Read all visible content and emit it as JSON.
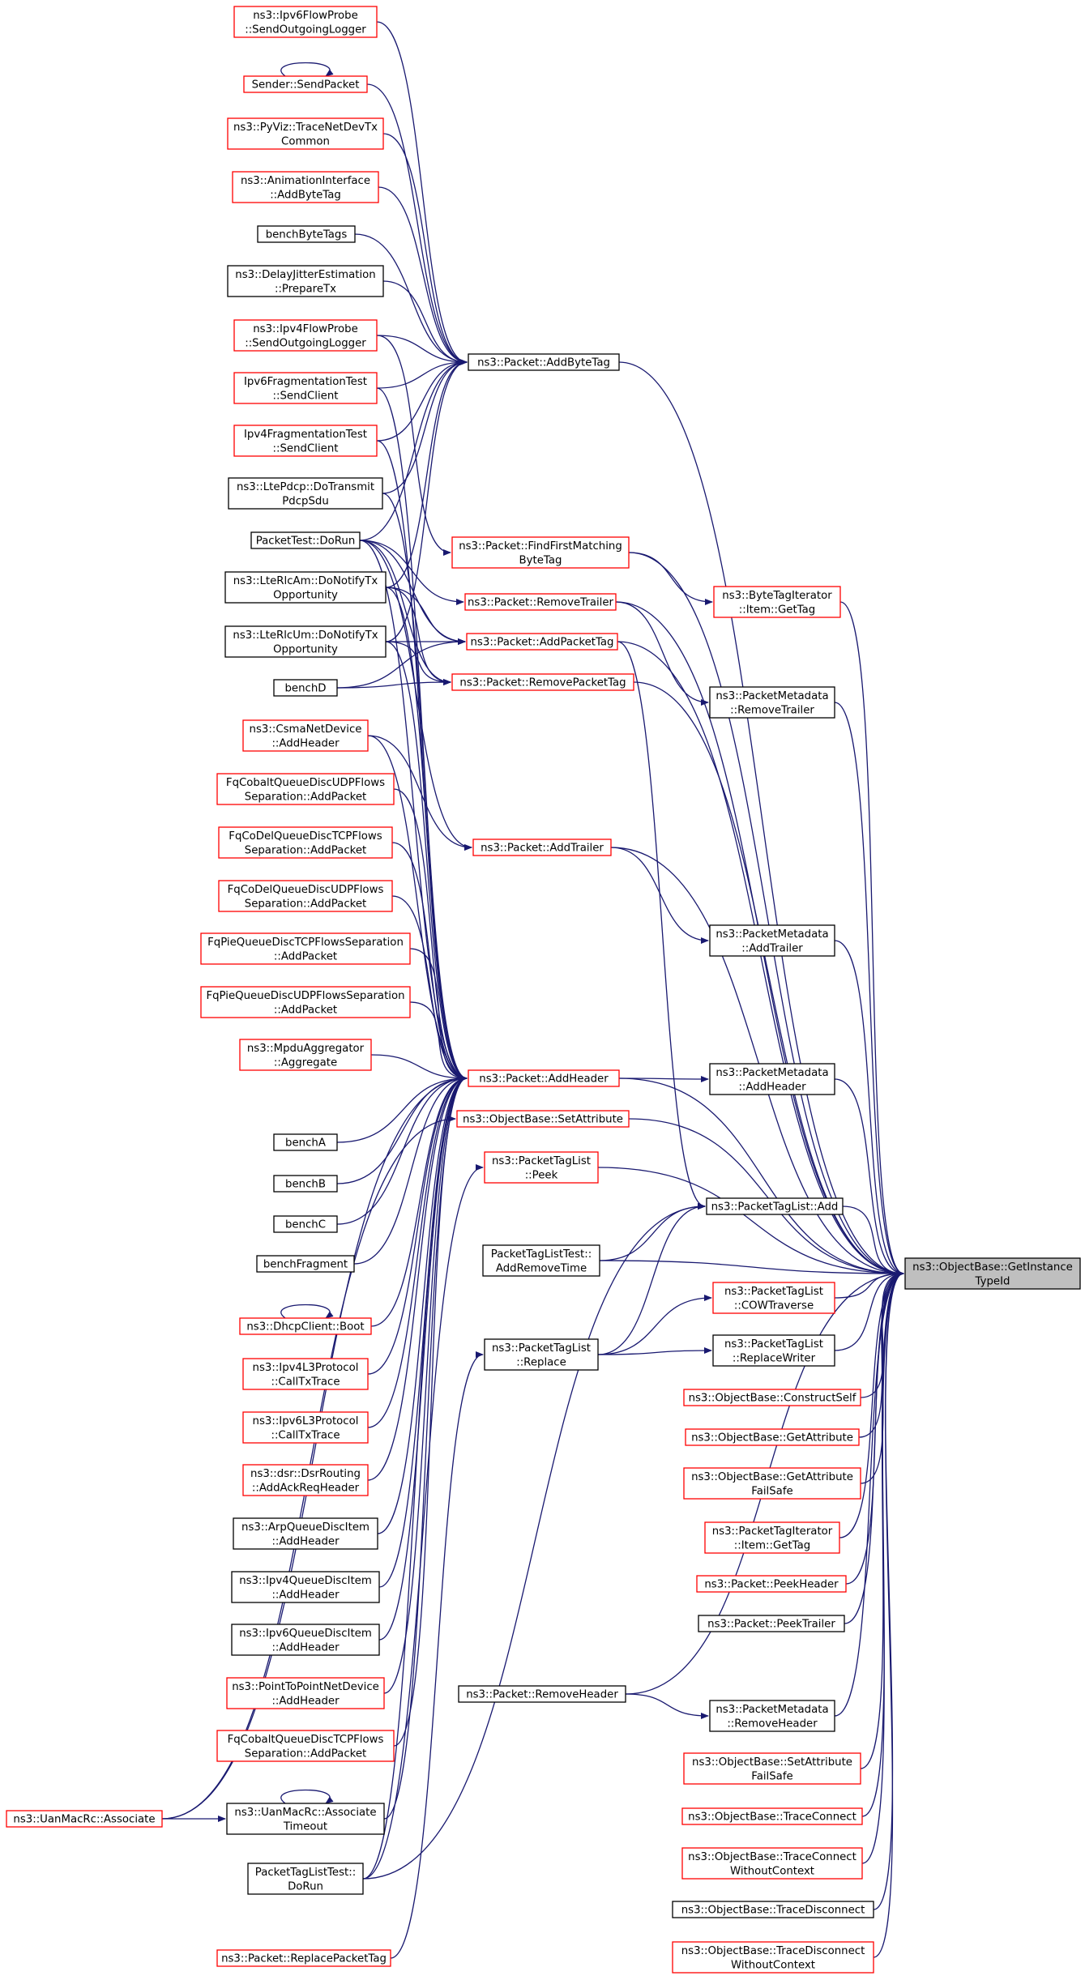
{
  "colors": {
    "edge": "#191970",
    "red_border": "#ff0000",
    "black_border": "#000000",
    "target_fill": "#bfbfbf"
  },
  "nodes": [
    {
      "id": "ipv6flowprobe",
      "lines": [
        "ns3::Ipv6FlowProbe",
        "::SendOutgoingLogger"
      ],
      "style": "red"
    },
    {
      "id": "sender",
      "lines": [
        "Sender::SendPacket"
      ],
      "style": "red"
    },
    {
      "id": "pyviz",
      "lines": [
        "ns3::PyViz::TraceNetDevTx",
        "Common"
      ],
      "style": "red"
    },
    {
      "id": "animation",
      "lines": [
        "ns3::AnimationInterface",
        "::AddByteTag"
      ],
      "style": "red"
    },
    {
      "id": "benchbytetags",
      "lines": [
        "benchByteTags"
      ],
      "style": "black"
    },
    {
      "id": "delayjitter",
      "lines": [
        "ns3::DelayJitterEstimation",
        "::PrepareTx"
      ],
      "style": "black"
    },
    {
      "id": "ipv4flowprobe",
      "lines": [
        "ns3::Ipv4FlowProbe",
        "::SendOutgoingLogger"
      ],
      "style": "red"
    },
    {
      "id": "ipv6frag",
      "lines": [
        "Ipv6FragmentationTest",
        "::SendClient"
      ],
      "style": "red"
    },
    {
      "id": "ipv4frag",
      "lines": [
        "Ipv4FragmentationTest",
        "::SendClient"
      ],
      "style": "red"
    },
    {
      "id": "ltepdcp",
      "lines": [
        "ns3::LtePdcp::DoTransmit",
        "PdcpSdu"
      ],
      "style": "black"
    },
    {
      "id": "packettest",
      "lines": [
        "PacketTest::DoRun"
      ],
      "style": "black"
    },
    {
      "id": "lterlcam",
      "lines": [
        "ns3::LteRlcAm::DoNotifyTx",
        "Opportunity"
      ],
      "style": "black"
    },
    {
      "id": "lterlcum",
      "lines": [
        "ns3::LteRlcUm::DoNotifyTx",
        "Opportunity"
      ],
      "style": "black"
    },
    {
      "id": "benchd",
      "lines": [
        "benchD"
      ],
      "style": "black"
    },
    {
      "id": "csma",
      "lines": [
        "ns3::CsmaNetDevice",
        "::AddHeader"
      ],
      "style": "red"
    },
    {
      "id": "fqcobaltudp",
      "lines": [
        "FqCobaltQueueDiscUDPFlows",
        "Separation::AddPacket"
      ],
      "style": "red"
    },
    {
      "id": "fqcodeltcp",
      "lines": [
        "FqCoDelQueueDiscTCPFlows",
        "Separation::AddPacket"
      ],
      "style": "red"
    },
    {
      "id": "fqcodeludp",
      "lines": [
        "FqCoDelQueueDiscUDPFlows",
        "Separation::AddPacket"
      ],
      "style": "red"
    },
    {
      "id": "fqpietcp",
      "lines": [
        "FqPieQueueDiscTCPFlowsSeparation",
        "::AddPacket"
      ],
      "style": "red"
    },
    {
      "id": "fqpieudp",
      "lines": [
        "FqPieQueueDiscUDPFlowsSeparation",
        "::AddPacket"
      ],
      "style": "red"
    },
    {
      "id": "mpdu",
      "lines": [
        "ns3::MpduAggregator",
        "::Aggregate"
      ],
      "style": "red"
    },
    {
      "id": "bencha",
      "lines": [
        "benchA"
      ],
      "style": "black"
    },
    {
      "id": "benchb",
      "lines": [
        "benchB"
      ],
      "style": "black"
    },
    {
      "id": "benchc",
      "lines": [
        "benchC"
      ],
      "style": "black"
    },
    {
      "id": "benchfragment",
      "lines": [
        "benchFragment"
      ],
      "style": "black"
    },
    {
      "id": "dhcpboot",
      "lines": [
        "ns3::DhcpClient::Boot"
      ],
      "style": "red"
    },
    {
      "id": "ipv4l3",
      "lines": [
        "ns3::Ipv4L3Protocol",
        "::CallTxTrace"
      ],
      "style": "red"
    },
    {
      "id": "ipv6l3",
      "lines": [
        "ns3::Ipv6L3Protocol",
        "::CallTxTrace"
      ],
      "style": "red"
    },
    {
      "id": "dsr",
      "lines": [
        "ns3::dsr::DsrRouting",
        "::AddAckReqHeader"
      ],
      "style": "red"
    },
    {
      "id": "arpqdi",
      "lines": [
        "ns3::ArpQueueDiscItem",
        "::AddHeader"
      ],
      "style": "black"
    },
    {
      "id": "ipv4qdi",
      "lines": [
        "ns3::Ipv4QueueDiscItem",
        "::AddHeader"
      ],
      "style": "black"
    },
    {
      "id": "ipv6qdi",
      "lines": [
        "ns3::Ipv6QueueDiscItem",
        "::AddHeader"
      ],
      "style": "black"
    },
    {
      "id": "p2p",
      "lines": [
        "ns3::PointToPointNetDevice",
        "::AddHeader"
      ],
      "style": "red"
    },
    {
      "id": "fqcobalttcp",
      "lines": [
        "FqCobaltQueueDiscTCPFlows",
        "Separation::AddPacket"
      ],
      "style": "red"
    },
    {
      "id": "uanassoc",
      "lines": [
        "ns3::UanMacRc::Associate"
      ],
      "style": "red"
    },
    {
      "id": "uanassoctimeout",
      "lines": [
        "ns3::UanMacRc::Associate",
        "Timeout"
      ],
      "style": "black"
    },
    {
      "id": "ptltestdorun",
      "lines": [
        "PacketTagListTest::",
        "DoRun"
      ],
      "style": "black"
    },
    {
      "id": "replacepackettag",
      "lines": [
        "ns3::Packet::ReplacePacketTag"
      ],
      "style": "red"
    },
    {
      "id": "addbytetag",
      "lines": [
        "ns3::Packet::AddByteTag"
      ],
      "style": "black"
    },
    {
      "id": "findfirst",
      "lines": [
        "ns3::Packet::FindFirstMatching",
        "ByteTag"
      ],
      "style": "red"
    },
    {
      "id": "removetrailer",
      "lines": [
        "ns3::Packet::RemoveTrailer"
      ],
      "style": "red"
    },
    {
      "id": "addpackettag",
      "lines": [
        "ns3::Packet::AddPacketTag"
      ],
      "style": "red"
    },
    {
      "id": "removepackettag",
      "lines": [
        "ns3::Packet::RemovePacketTag"
      ],
      "style": "red"
    },
    {
      "id": "addtrailer",
      "lines": [
        "ns3::Packet::AddTrailer"
      ],
      "style": "red"
    },
    {
      "id": "addheader",
      "lines": [
        "ns3::Packet::AddHeader"
      ],
      "style": "red"
    },
    {
      "id": "setattribute",
      "lines": [
        "ns3::ObjectBase::SetAttribute"
      ],
      "style": "red"
    },
    {
      "id": "ptlpeek",
      "lines": [
        "ns3::PacketTagList",
        "::Peek"
      ],
      "style": "red"
    },
    {
      "id": "ptltestaddremove",
      "lines": [
        "PacketTagListTest::",
        "AddRemoveTime"
      ],
      "style": "black"
    },
    {
      "id": "ptlreplace",
      "lines": [
        "ns3::PacketTagList",
        "::Replace"
      ],
      "style": "black"
    },
    {
      "id": "removeheader",
      "lines": [
        "ns3::Packet::RemoveHeader"
      ],
      "style": "black"
    },
    {
      "id": "btiitemgettag",
      "lines": [
        "ns3::ByteTagIterator",
        "::Item::GetTag"
      ],
      "style": "red"
    },
    {
      "id": "pmremovetrailer",
      "lines": [
        "ns3::PacketMetadata",
        "::RemoveTrailer"
      ],
      "style": "black"
    },
    {
      "id": "pmaddtrailer",
      "lines": [
        "ns3::PacketMetadata",
        "::AddTrailer"
      ],
      "style": "black"
    },
    {
      "id": "pmaddheader",
      "lines": [
        "ns3::PacketMetadata",
        "::AddHeader"
      ],
      "style": "black"
    },
    {
      "id": "ptladd",
      "lines": [
        "ns3::PacketTagList::Add"
      ],
      "style": "black"
    },
    {
      "id": "ptlcow",
      "lines": [
        "ns3::PacketTagList",
        "::COWTraverse"
      ],
      "style": "red"
    },
    {
      "id": "ptlreplacewriter",
      "lines": [
        "ns3::PacketTagList",
        "::ReplaceWriter"
      ],
      "style": "black"
    },
    {
      "id": "constructself",
      "lines": [
        "ns3::ObjectBase::ConstructSelf"
      ],
      "style": "red"
    },
    {
      "id": "getattribute",
      "lines": [
        "ns3::ObjectBase::GetAttribute"
      ],
      "style": "red"
    },
    {
      "id": "getattributefailsafe",
      "lines": [
        "ns3::ObjectBase::GetAttribute",
        "FailSafe"
      ],
      "style": "red"
    },
    {
      "id": "ptiitemgettag",
      "lines": [
        "ns3::PacketTagIterator",
        "::Item::GetTag"
      ],
      "style": "red"
    },
    {
      "id": "peekheader",
      "lines": [
        "ns3::Packet::PeekHeader"
      ],
      "style": "red"
    },
    {
      "id": "peektrailer",
      "lines": [
        "ns3::Packet::PeekTrailer"
      ],
      "style": "black"
    },
    {
      "id": "pmremoveheader",
      "lines": [
        "ns3::PacketMetadata",
        "::RemoveHeader"
      ],
      "style": "black"
    },
    {
      "id": "setattributefailsafe",
      "lines": [
        "ns3::ObjectBase::SetAttribute",
        "FailSafe"
      ],
      "style": "red"
    },
    {
      "id": "traceconnect",
      "lines": [
        "ns3::ObjectBase::TraceConnect"
      ],
      "style": "red"
    },
    {
      "id": "traceconnectwc",
      "lines": [
        "ns3::ObjectBase::TraceConnect",
        "WithoutContext"
      ],
      "style": "red"
    },
    {
      "id": "tracedisconnect",
      "lines": [
        "ns3::ObjectBase::TraceDisconnect"
      ],
      "style": "black"
    },
    {
      "id": "tracedisconnectwc",
      "lines": [
        "ns3::ObjectBase::TraceDisconnect",
        "WithoutContext"
      ],
      "style": "red"
    },
    {
      "id": "getinstancetypeid",
      "lines": [
        "ns3::ObjectBase::GetInstance",
        "TypeId"
      ],
      "style": "target"
    }
  ],
  "edges": [
    [
      "ipv6flowprobe",
      "addbytetag"
    ],
    [
      "sender",
      "addbytetag"
    ],
    [
      "sender",
      "sender"
    ],
    [
      "pyviz",
      "addbytetag"
    ],
    [
      "animation",
      "addbytetag"
    ],
    [
      "benchbytetags",
      "addbytetag"
    ],
    [
      "delayjitter",
      "addbytetag"
    ],
    [
      "ipv4flowprobe",
      "addbytetag"
    ],
    [
      "ipv4flowprobe",
      "findfirst"
    ],
    [
      "ipv6frag",
      "addbytetag"
    ],
    [
      "ipv6frag",
      "addheader"
    ],
    [
      "ipv4frag",
      "addbytetag"
    ],
    [
      "ipv4frag",
      "addheader"
    ],
    [
      "ltepdcp",
      "addbytetag"
    ],
    [
      "ltepdcp",
      "addheader"
    ],
    [
      "packettest",
      "addbytetag"
    ],
    [
      "packettest",
      "removetrailer"
    ],
    [
      "packettest",
      "addpackettag"
    ],
    [
      "packettest",
      "removepackettag"
    ],
    [
      "packettest",
      "addtrailer"
    ],
    [
      "packettest",
      "addheader"
    ],
    [
      "lterlcam",
      "addbytetag"
    ],
    [
      "lterlcam",
      "addpackettag"
    ],
    [
      "lterlcam",
      "removepackettag"
    ],
    [
      "lterlcam",
      "addheader"
    ],
    [
      "lterlcum",
      "addbytetag"
    ],
    [
      "lterlcum",
      "addpackettag"
    ],
    [
      "lterlcum",
      "removepackettag"
    ],
    [
      "lterlcum",
      "addheader"
    ],
    [
      "benchd",
      "addpackettag"
    ],
    [
      "benchd",
      "removepackettag"
    ],
    [
      "csma",
      "addtrailer"
    ],
    [
      "csma",
      "addheader"
    ],
    [
      "fqcobaltudp",
      "addheader"
    ],
    [
      "fqcodeltcp",
      "addheader"
    ],
    [
      "fqcodeludp",
      "addheader"
    ],
    [
      "fqpietcp",
      "addheader"
    ],
    [
      "fqpieudp",
      "addheader"
    ],
    [
      "mpdu",
      "addheader"
    ],
    [
      "bencha",
      "addheader"
    ],
    [
      "benchb",
      "addheader"
    ],
    [
      "benchc",
      "addheader"
    ],
    [
      "benchfragment",
      "addheader"
    ],
    [
      "dhcpboot",
      "addheader"
    ],
    [
      "dhcpboot",
      "dhcpboot"
    ],
    [
      "ipv4l3",
      "addheader"
    ],
    [
      "ipv6l3",
      "addheader"
    ],
    [
      "dsr",
      "addheader"
    ],
    [
      "arpqdi",
      "addheader"
    ],
    [
      "ipv4qdi",
      "addheader"
    ],
    [
      "ipv6qdi",
      "addheader"
    ],
    [
      "p2p",
      "addheader"
    ],
    [
      "fqcobalttcp",
      "addheader"
    ],
    [
      "uanassoc",
      "addheader"
    ],
    [
      "uanassoc",
      "uanassoctimeout"
    ],
    [
      "uanassoc",
      "setattribute"
    ],
    [
      "uanassoctimeout",
      "addheader"
    ],
    [
      "uanassoctimeout",
      "uanassoctimeout"
    ],
    [
      "ptltestdorun",
      "addheader"
    ],
    [
      "ptltestdorun",
      "ptlpeek"
    ],
    [
      "ptltestdorun",
      "ptladd"
    ],
    [
      "replacepackettag",
      "ptlreplace"
    ],
    [
      "addbytetag",
      "getinstancetypeid"
    ],
    [
      "findfirst",
      "btiitemgettag"
    ],
    [
      "findfirst",
      "getinstancetypeid"
    ],
    [
      "removetrailer",
      "pmremovetrailer"
    ],
    [
      "removetrailer",
      "getinstancetypeid"
    ],
    [
      "addpackettag",
      "ptladd"
    ],
    [
      "addpackettag",
      "getinstancetypeid"
    ],
    [
      "removepackettag",
      "getinstancetypeid"
    ],
    [
      "addtrailer",
      "pmaddtrailer"
    ],
    [
      "addtrailer",
      "getinstancetypeid"
    ],
    [
      "addheader",
      "pmaddheader"
    ],
    [
      "addheader",
      "getinstancetypeid"
    ],
    [
      "setattribute",
      "getinstancetypeid"
    ],
    [
      "ptlpeek",
      "getinstancetypeid"
    ],
    [
      "ptltestaddremove",
      "ptladd"
    ],
    [
      "ptltestaddremove",
      "getinstancetypeid"
    ],
    [
      "ptlreplace",
      "ptlcow"
    ],
    [
      "ptlreplace",
      "ptlreplacewriter"
    ],
    [
      "ptlreplace",
      "ptladd"
    ],
    [
      "removeheader",
      "pmremoveheader"
    ],
    [
      "removeheader",
      "getinstancetypeid"
    ],
    [
      "btiitemgettag",
      "getinstancetypeid"
    ],
    [
      "pmremovetrailer",
      "getinstancetypeid"
    ],
    [
      "pmaddtrailer",
      "getinstancetypeid"
    ],
    [
      "pmaddheader",
      "getinstancetypeid"
    ],
    [
      "ptladd",
      "getinstancetypeid"
    ],
    [
      "ptlcow",
      "getinstancetypeid"
    ],
    [
      "ptlreplacewriter",
      "getinstancetypeid"
    ],
    [
      "constructself",
      "getinstancetypeid"
    ],
    [
      "getattribute",
      "getinstancetypeid"
    ],
    [
      "getattributefailsafe",
      "getinstancetypeid"
    ],
    [
      "ptiitemgettag",
      "getinstancetypeid"
    ],
    [
      "peekheader",
      "getinstancetypeid"
    ],
    [
      "peektrailer",
      "getinstancetypeid"
    ],
    [
      "pmremoveheader",
      "getinstancetypeid"
    ],
    [
      "setattributefailsafe",
      "getinstancetypeid"
    ],
    [
      "traceconnect",
      "getinstancetypeid"
    ],
    [
      "traceconnectwc",
      "getinstancetypeid"
    ],
    [
      "tracedisconnect",
      "getinstancetypeid"
    ],
    [
      "tracedisconnectwc",
      "getinstancetypeid"
    ]
  ]
}
